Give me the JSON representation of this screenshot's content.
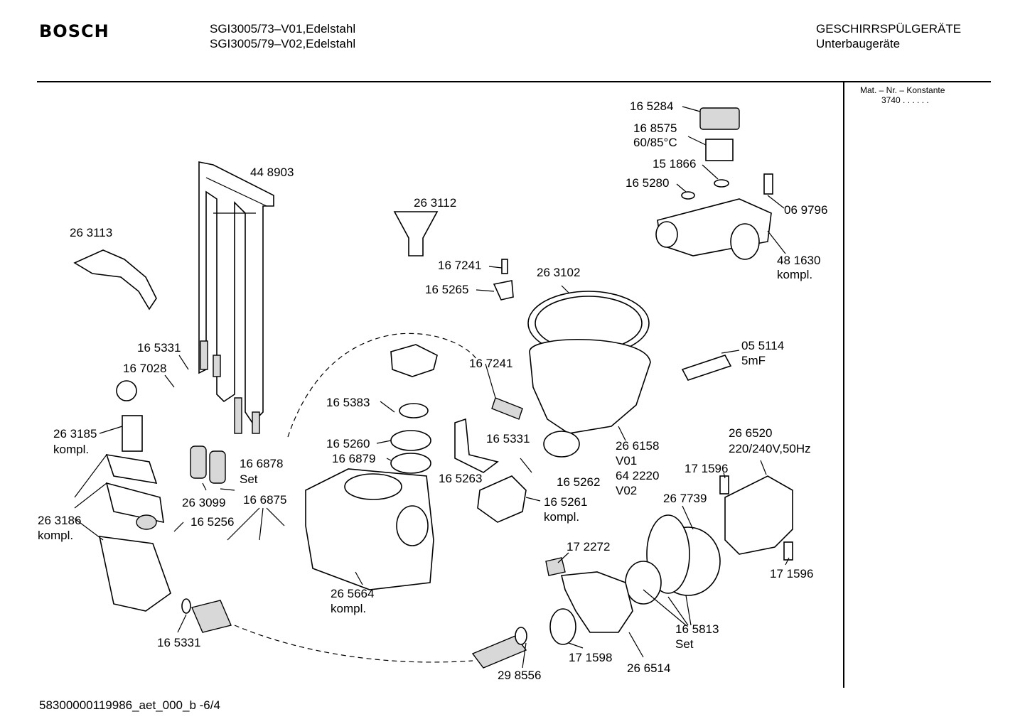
{
  "header": {
    "brand": "BOSCH",
    "model_line_1": "SGI3005/73–V01,Edelstahl",
    "model_line_2": "SGI3005/79–V02,Edelstahl",
    "category": "GESCHIRRSPÜLGERÄTE",
    "subcategory": "Unterbaugeräte"
  },
  "sidebar": {
    "title": "Mat. – Nr. – Konstante",
    "value": "3740  .   .   .   .   .  ."
  },
  "footer": {
    "doc_id": "58300000119986_aet_000_b  -6/4"
  },
  "parts": {
    "p165284": "16 5284",
    "p168575": "16 8575",
    "p168575_note": "60/85°C",
    "p151866": "15 1866",
    "p165280": "16 5280",
    "p069796": "06 9796",
    "p481630": "48 1630",
    "p481630_note": "kompl.",
    "p448903": "44 8903",
    "p263112": "26 3112",
    "p263113": "26 3113",
    "p167241a": "16 7241",
    "p165265": "16 5265",
    "p263102": "26 3102",
    "p055114": "05 5114",
    "p055114_note": "5mF",
    "p165331a": "16 5331",
    "p167028": "16 7028",
    "p167241b": "16 7241",
    "p165383": "16 5383",
    "p165331b": "16 5331",
    "p263185": "26 3185",
    "p263185_note": "kompl.",
    "p165260": "16 5260",
    "p166878": "16 6878",
    "p166878_note": "Set",
    "p166879": "16 6879",
    "p165263": "16 5263",
    "p165262": "16 5262",
    "p266158": "26 6158",
    "p266158_v01": "V01",
    "p642220": "64 2220",
    "p642220_v02": "V02",
    "p266520": "26 6520",
    "p266520_note": "220/240V,50Hz",
    "p171596a": "17 1596",
    "p263099": "26 3099",
    "p166875": "16 6875",
    "p165261": "16 5261",
    "p165261_note": "kompl.",
    "p267739": "26 7739",
    "p263186": "26 3186",
    "p263186_note": "kompl.",
    "p165256": "16 5256",
    "p172272": "17 2272",
    "p171596b": "17 1596",
    "p265664": "26 5664",
    "p265664_note": "kompl.",
    "p165813": "16 5813",
    "p165813_note": "Set",
    "p165331c": "16 5331",
    "p171598": "17 1598",
    "p266514": "26 6514",
    "p298556": "29 8556"
  }
}
